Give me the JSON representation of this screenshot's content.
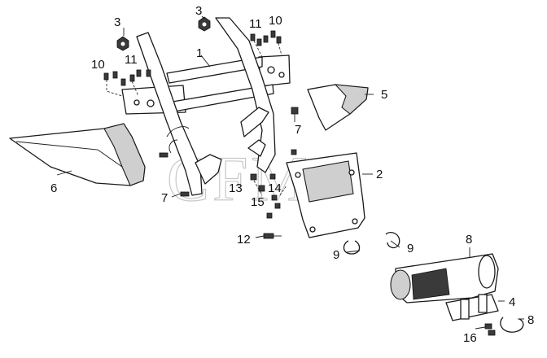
{
  "diagram": {
    "watermark": "CFM",
    "callouts": [
      {
        "id": "c-3a",
        "text": "3"
      },
      {
        "id": "c-3b",
        "text": "3"
      },
      {
        "id": "c-11a",
        "text": "11"
      },
      {
        "id": "c-10a",
        "text": "10"
      },
      {
        "id": "c-1",
        "text": "1"
      },
      {
        "id": "c-10b",
        "text": "10"
      },
      {
        "id": "c-11b",
        "text": "11"
      },
      {
        "id": "c-5",
        "text": "5"
      },
      {
        "id": "c-7a",
        "text": "7"
      },
      {
        "id": "c-6",
        "text": "6"
      },
      {
        "id": "c-2",
        "text": "2"
      },
      {
        "id": "c-13",
        "text": "13"
      },
      {
        "id": "c-14",
        "text": "14"
      },
      {
        "id": "c-15",
        "text": "15"
      },
      {
        "id": "c-7b",
        "text": "7"
      },
      {
        "id": "c-12",
        "text": "12"
      },
      {
        "id": "c-9a",
        "text": "9"
      },
      {
        "id": "c-9b",
        "text": "9"
      },
      {
        "id": "c-8a",
        "text": "8"
      },
      {
        "id": "c-4",
        "text": "4"
      },
      {
        "id": "c-8b",
        "text": "8"
      },
      {
        "id": "c-16",
        "text": "16"
      }
    ]
  }
}
